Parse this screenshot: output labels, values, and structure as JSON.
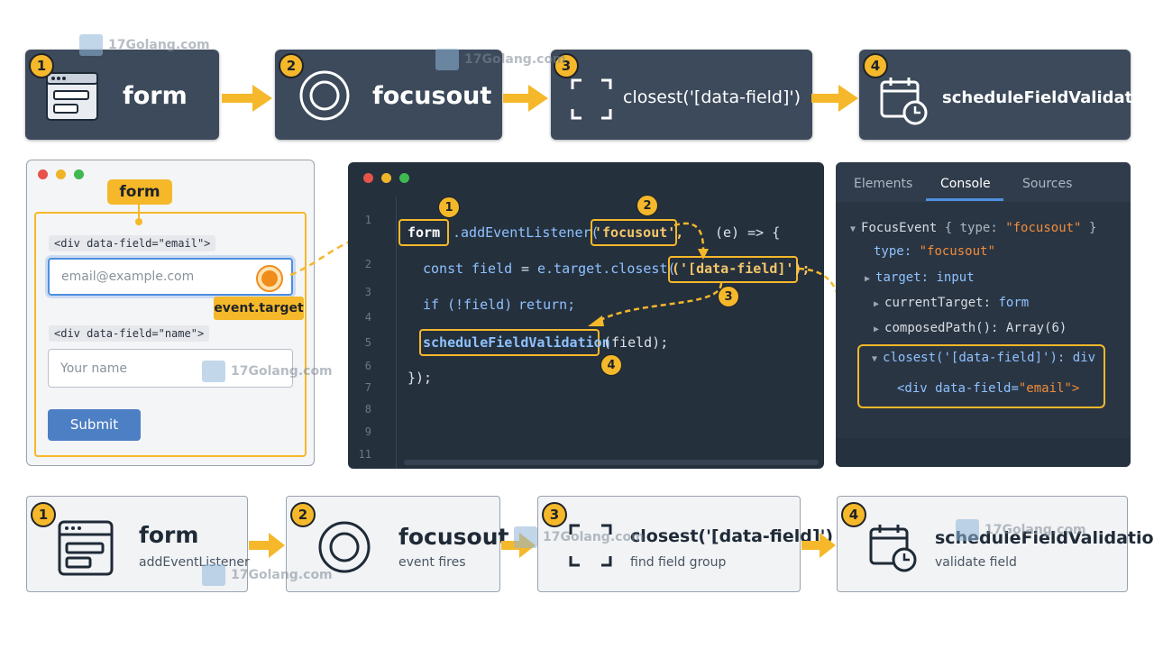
{
  "top_steps": [
    {
      "number": "1",
      "label": "form",
      "icon": "browser-window-icon"
    },
    {
      "number": "2",
      "label": "focusout",
      "icon": "focus-ring-icon"
    },
    {
      "number": "3",
      "label": "closest('[data-field]')",
      "icon": "dashed-selection-icon"
    },
    {
      "number": "4",
      "label": "scheduleFieldValidation",
      "icon": "calendar-clock-icon"
    }
  ],
  "form_mock": {
    "label": "form",
    "email_field_tag": "<div data-field=\"email\">",
    "email_placeholder": "email@example.com",
    "event_target_label": "event.target",
    "name_field_tag": "<div data-field=\"name\">",
    "name_placeholder": "Your name",
    "submit_label": "Submit"
  },
  "editor": {
    "line_numbers": [
      "1",
      "2",
      "3",
      "4",
      "5",
      "6",
      "7",
      "8",
      "9",
      "11"
    ],
    "callouts": [
      "1",
      "2",
      "3",
      "4"
    ],
    "line1": {
      "form": "form",
      "listen": ".addEventListener(",
      "event": "'focusout',",
      "rest": "(e) => {"
    },
    "line2": {
      "const": "const",
      "field": "field",
      "eq": "=",
      "target": "e.target.closest(",
      "selector": "('[data-field]');"
    },
    "line3": {
      "if": "if",
      "cond": "(!field)",
      "ret": "return;"
    },
    "line5": {
      "fn": "scheduleFieldValidation",
      "args": "(field);"
    },
    "line6": {
      "close": "});"
    }
  },
  "devtools": {
    "tabs": [
      "Elements",
      "Console",
      "Sources"
    ],
    "active_tab": "Console",
    "lines": {
      "event_name": "FocusEvent",
      "event_rest": "{ type: ",
      "event_type": "\"focusout\"",
      "event_close": "}",
      "type_key": "type:",
      "type_val": "\"focusout\"",
      "target_key": "target:",
      "target_val": "input",
      "current_key": "currentTarget:",
      "current_val": "form",
      "path_key": "composedPath():",
      "path_val": "Array(6)",
      "closest_key": "closest('[data-field]'):",
      "closest_val": "div",
      "div_tag": "<div",
      "div_attr": "data-field=",
      "div_val": "\"email\">"
    }
  },
  "bottom_steps": [
    {
      "number": "1",
      "title": "form",
      "subtitle": "addEventListener"
    },
    {
      "number": "2",
      "title": "focusout",
      "subtitle": "event fires"
    },
    {
      "number": "3",
      "title": "closest('[data-field]')",
      "subtitle": "find field group"
    },
    {
      "number": "4",
      "title": "scheduleFieldValidation",
      "subtitle": "validate field"
    }
  ],
  "watermark": "17Golang.com",
  "colors": {
    "accent": "#f5b82a",
    "dark_card": "#3c4a5b",
    "editor_bg": "#25303d",
    "blue_input": "#4f8fe0"
  }
}
